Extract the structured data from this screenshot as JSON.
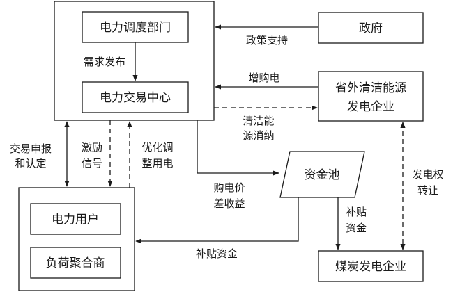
{
  "nodes": {
    "dispatch": "电力调度部门",
    "trading": "电力交易中心",
    "government": "政府",
    "clean_gen_l1": "省外清洁能源",
    "clean_gen_l2": "发电企业",
    "fund_pool": "资金池",
    "power_user": "电力用户",
    "aggregator": "负荷聚合商",
    "coal_gen": "煤炭发电企业"
  },
  "edges": {
    "demand_release": "需求发布",
    "policy_support": "政策支持",
    "buy_more": "增购电",
    "clean_consume_l1": "清洁能",
    "clean_consume_l2": "源消纳",
    "trade_l1": "交易申报",
    "trade_l2": "和认定",
    "incentive_l1": "激励",
    "incentive_l2": "信号",
    "optimize_l1": "优化调",
    "optimize_l2": "整用电",
    "price_gain_l1": "购电价",
    "price_gain_l2": "差收益",
    "subsidy_fund_l1": "补贴",
    "subsidy_fund_l2": "资金",
    "subsidy_to_users": "补贴资金",
    "rights_l1": "发电权",
    "rights_l2": "转让"
  }
}
